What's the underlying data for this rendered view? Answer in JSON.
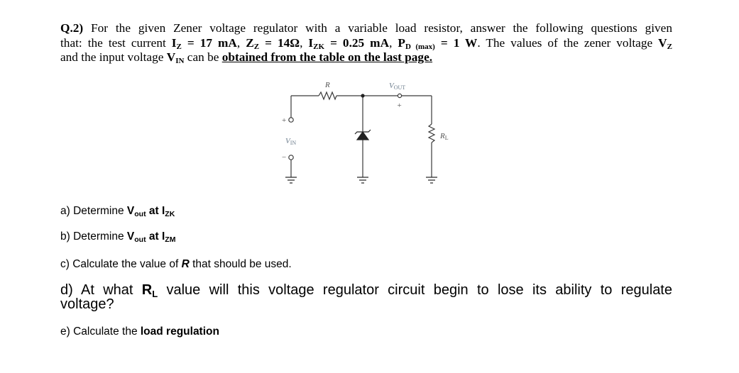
{
  "question": {
    "line1": {
      "label": "Q.2)",
      "text": " For the given Zener voltage regulator with a variable load resistor, answer the following questions given"
    },
    "line2": {
      "lead": "that: the test current ",
      "iz_symbol": "I",
      "iz_sub": "Z",
      "iz_value": " = 17 mA",
      "sep1": ", ",
      "zz_symbol": "Z",
      "zz_sub": "Z",
      "zz_value": " = 14Ω",
      "sep2": ", ",
      "izk_symbol": "I",
      "izk_sub": "ZK",
      "izk_value": " = 0.25 mA",
      "sep3": ", ",
      "pd_symbol": "P",
      "pd_sub": "D (max)",
      "pd_value": " = 1 W",
      "tail": ". The values of the zener voltage ",
      "vz_symbol": "V",
      "vz_sub": "Z"
    },
    "line3": {
      "lead": "and the input voltage ",
      "vin_symbol": "V",
      "vin_sub": "IN",
      "mid": " can be ",
      "underlined": "obtained from the table on the last page."
    }
  },
  "circuit": {
    "r_label": "R",
    "vout_label": "V",
    "vout_sub": "OUT",
    "vout_plus": "+",
    "vin_plus": "+",
    "vin_minus": "−",
    "vin_label": "V",
    "vin_sub": "IN",
    "rl_label": "R",
    "rl_sub": "L"
  },
  "parts": {
    "a": {
      "text": "a) Determine ",
      "symbol": "V",
      "sub": "out",
      "at": " at ",
      "cur": "I",
      "cur_sub": "ZK"
    },
    "b": {
      "text": "b) Determine ",
      "symbol": "V",
      "sub": "out",
      "at": " at ",
      "cur": "I",
      "cur_sub": "ZM"
    },
    "c": {
      "pre": "c) Calculate the value of ",
      "symbol": "R",
      "post": " that should be used."
    },
    "d": {
      "pre": "d) At what ",
      "symbol": "R",
      "sub": "L",
      "post": " value will this voltage regulator circuit begin to lose its ability to regulate",
      "line2": "voltage?"
    },
    "e": {
      "pre": "e) Calculate the ",
      "bold": "load regulation"
    }
  },
  "colors": {
    "text": "#000000",
    "circuit_line": "#3a3a3a",
    "circuit_label": "#555555",
    "vout_label": "#6f7f8f"
  }
}
